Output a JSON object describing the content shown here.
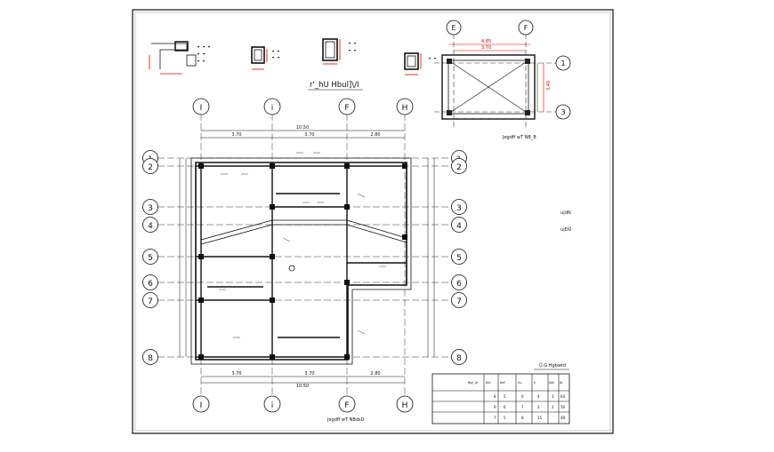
{
  "sheet": {
    "main_caption": "Jegdff wT NBdsD",
    "plan2_caption": "Jegdff wT NB_B",
    "details_caption": "r'_hU  Hbul]\\/I",
    "legend_title": "Ü.G Hgbwtd",
    "side_note_1": "u|dN",
    "side_note_2": "u|ĐÜ"
  },
  "grid": {
    "vertical_labels": [
      "I",
      "i",
      "F",
      "H"
    ],
    "horizontal_labels": [
      "1",
      "2",
      "3",
      "4",
      "5",
      "6",
      "7",
      "8"
    ]
  },
  "dims": {
    "overall": "10.50",
    "segments": [
      "3.70",
      "3.70",
      "2.80"
    ]
  },
  "small_plan": {
    "grid_top": [
      "E",
      "F"
    ],
    "grid_right": [
      "1",
      "3"
    ],
    "dim_top_1": "4.85",
    "dim_top_2": "3.70",
    "dim_side": "3.40"
  },
  "table": {
    "header": [
      "Bgr_ld",
      "bbl",
      "bbf",
      "hu",
      "jl",
      "Jldk",
      "jb"
    ],
    "rows": [
      [
        "",
        "8",
        "5",
        "6",
        "4",
        "3",
        "64"
      ],
      [
        "",
        "9",
        "6",
        "7",
        "3",
        "2",
        "56"
      ],
      [
        "",
        "7",
        "5",
        "8",
        "15",
        "",
        "48"
      ]
    ]
  }
}
